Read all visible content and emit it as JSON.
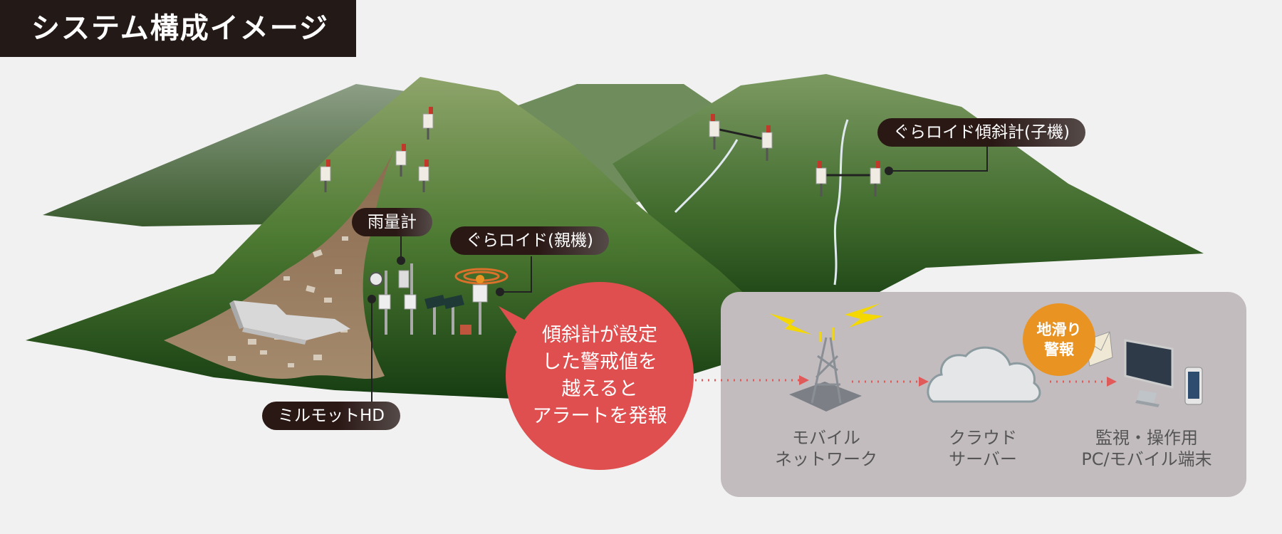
{
  "title": "システム構成イメージ",
  "labels": {
    "rain_gauge": "雨量計",
    "parent": "ぐらロイド(親機)",
    "child": "ぐらロイド傾斜計(子機)",
    "camera": "ミルモットHD"
  },
  "alert_bubble": [
    "傾斜計が設定",
    "した警戒値を",
    "越えると",
    "アラートを発報"
  ],
  "warning": [
    "地滑り",
    "警報"
  ],
  "flow": {
    "mobile": [
      "モバイル",
      "ネットワーク"
    ],
    "cloud": [
      "クラウド",
      "サーバー"
    ],
    "terminal": [
      "監視・操作用",
      "PC/モバイル端末"
    ]
  },
  "colors": {
    "title_bg": "#231a18",
    "alert": "#df4f4f",
    "warning": "#e89322",
    "panel": "#c2bcbf",
    "arrow": "#e05a5a",
    "mountain": "#3f6a2c"
  }
}
